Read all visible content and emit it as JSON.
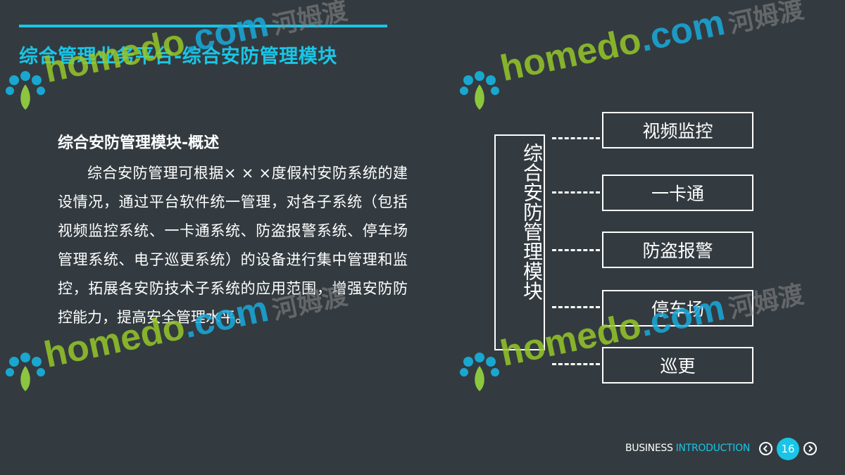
{
  "slide": {
    "title": "综合管理业务平台-综合安防管理模块",
    "subtitle": "综合安防管理模块-概述",
    "body": "综合安防管理可根据× × ×度假村安防系统的建设情况，通过平台软件统一管理，对各子系统（包括视频监控系统、一卡通系统、防盗报警系统、停车场管理系统、电子巡更系统）的设备进行集中管理和监控，拓展各安防技术子系统的应用范围，增强安防防控能力，提高安全管理水平。"
  },
  "diagram": {
    "module_label": "综合安防管理模块",
    "items": [
      "视频监控",
      "一卡通",
      "防盗报警",
      "停车场",
      "巡更"
    ]
  },
  "footer": {
    "business": "BUSINESS",
    "introduction": "INTRODUCTION",
    "page_number": "16"
  },
  "watermark": {
    "brand_green": "home",
    "brand_mix": "do",
    "brand_blue": ".com",
    "brand_cn": "河姆渡"
  },
  "colors": {
    "accent": "#19c5e6",
    "background": "#333b40",
    "text": "#ffffff"
  },
  "icons": [
    "chevron-left-icon",
    "chevron-right-icon",
    "peacock-logo-icon"
  ]
}
